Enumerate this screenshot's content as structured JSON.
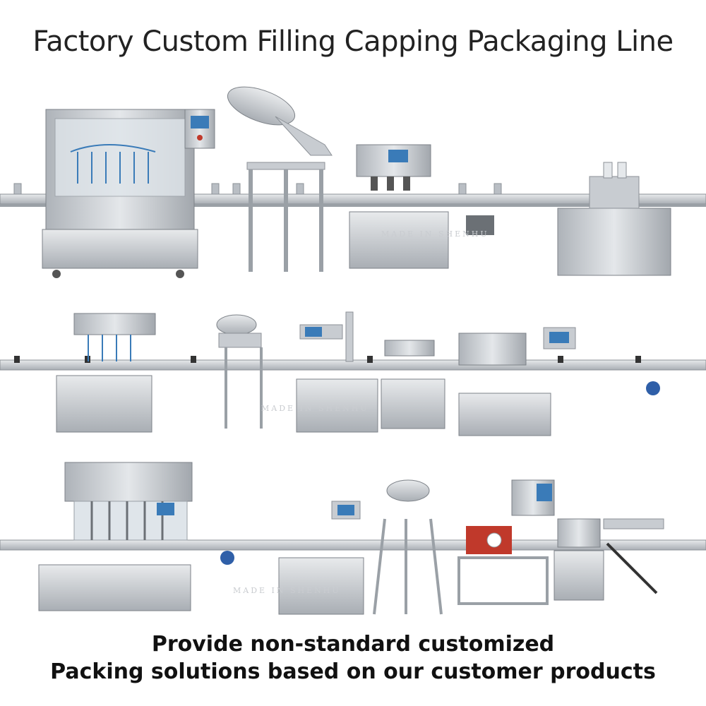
{
  "heading": "Factory Custom Filling Capping Packaging Line",
  "caption_line1": "Provide non-standard customized",
  "caption_line2": "Packing solutions based on our customer products",
  "watermark": "MADE IN SHENHU",
  "colors": {
    "steel": "#c8ccd1",
    "steel_dark": "#8c9197",
    "conveyor": "#b9bec4",
    "screen": "#3a7bb8",
    "accent_red": "#c0392b",
    "motor_blue": "#2f5fa8"
  }
}
